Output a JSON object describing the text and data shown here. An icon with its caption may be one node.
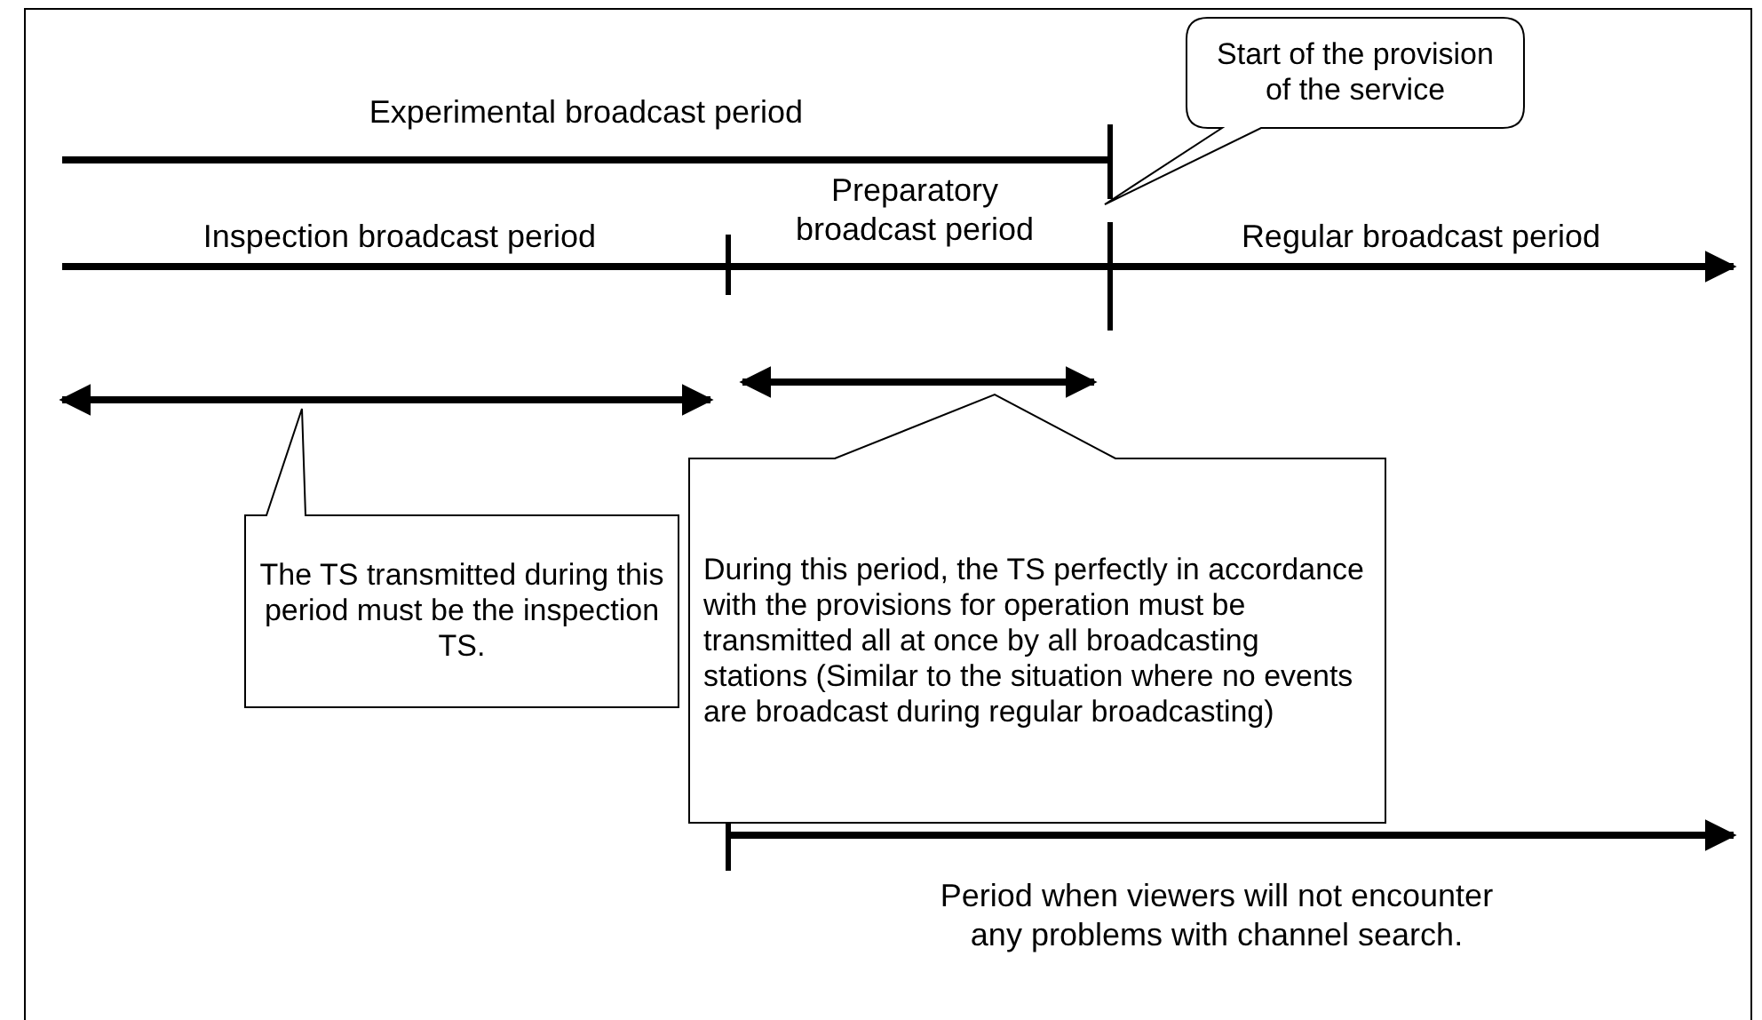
{
  "diagram": {
    "nodes": [
      {
        "text": [
          "Start of the provision of the service"
        ]
      },
      {
        "text": [
          "The TS transmitted during this period must be the inspection TS."
        ]
      },
      {
        "text": [
          "During this period, the TS perfectly in accordance with the provisions for operation must be transmitted all at once by all broadcasting stations (Similar to the situation where no events are broadcast during regular broadcasting)"
        ]
      }
    ],
    "labels": [
      "Experimental broadcast period",
      "Inspection broadcast period",
      "Preparatory broadcast period",
      "Regular broadcast period",
      "Period when viewers will not encounter any problems with channel search."
    ]
  }
}
